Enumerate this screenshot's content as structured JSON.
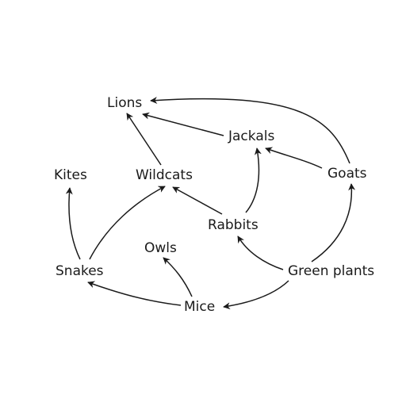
{
  "diagram": {
    "nodes": {
      "lions": "Lions",
      "jackals": "Jackals",
      "kites": "Kites",
      "wildcats": "Wildcats",
      "goats": "Goats",
      "rabbits": "Rabbits",
      "owls": "Owls",
      "snakes": "Snakes",
      "green_plants": "Green plants",
      "mice": "Mice"
    },
    "edges": [
      {
        "from": "goats",
        "to": "lions"
      },
      {
        "from": "jackals",
        "to": "lions"
      },
      {
        "from": "wildcats",
        "to": "lions"
      },
      {
        "from": "goats",
        "to": "jackals"
      },
      {
        "from": "rabbits",
        "to": "jackals"
      },
      {
        "from": "rabbits",
        "to": "wildcats"
      },
      {
        "from": "snakes",
        "to": "wildcats"
      },
      {
        "from": "snakes",
        "to": "kites"
      },
      {
        "from": "green_plants",
        "to": "goats"
      },
      {
        "from": "green_plants",
        "to": "rabbits"
      },
      {
        "from": "green_plants",
        "to": "mice"
      },
      {
        "from": "mice",
        "to": "owls"
      },
      {
        "from": "mice",
        "to": "snakes"
      }
    ],
    "line_color": "#1a1a1a"
  }
}
